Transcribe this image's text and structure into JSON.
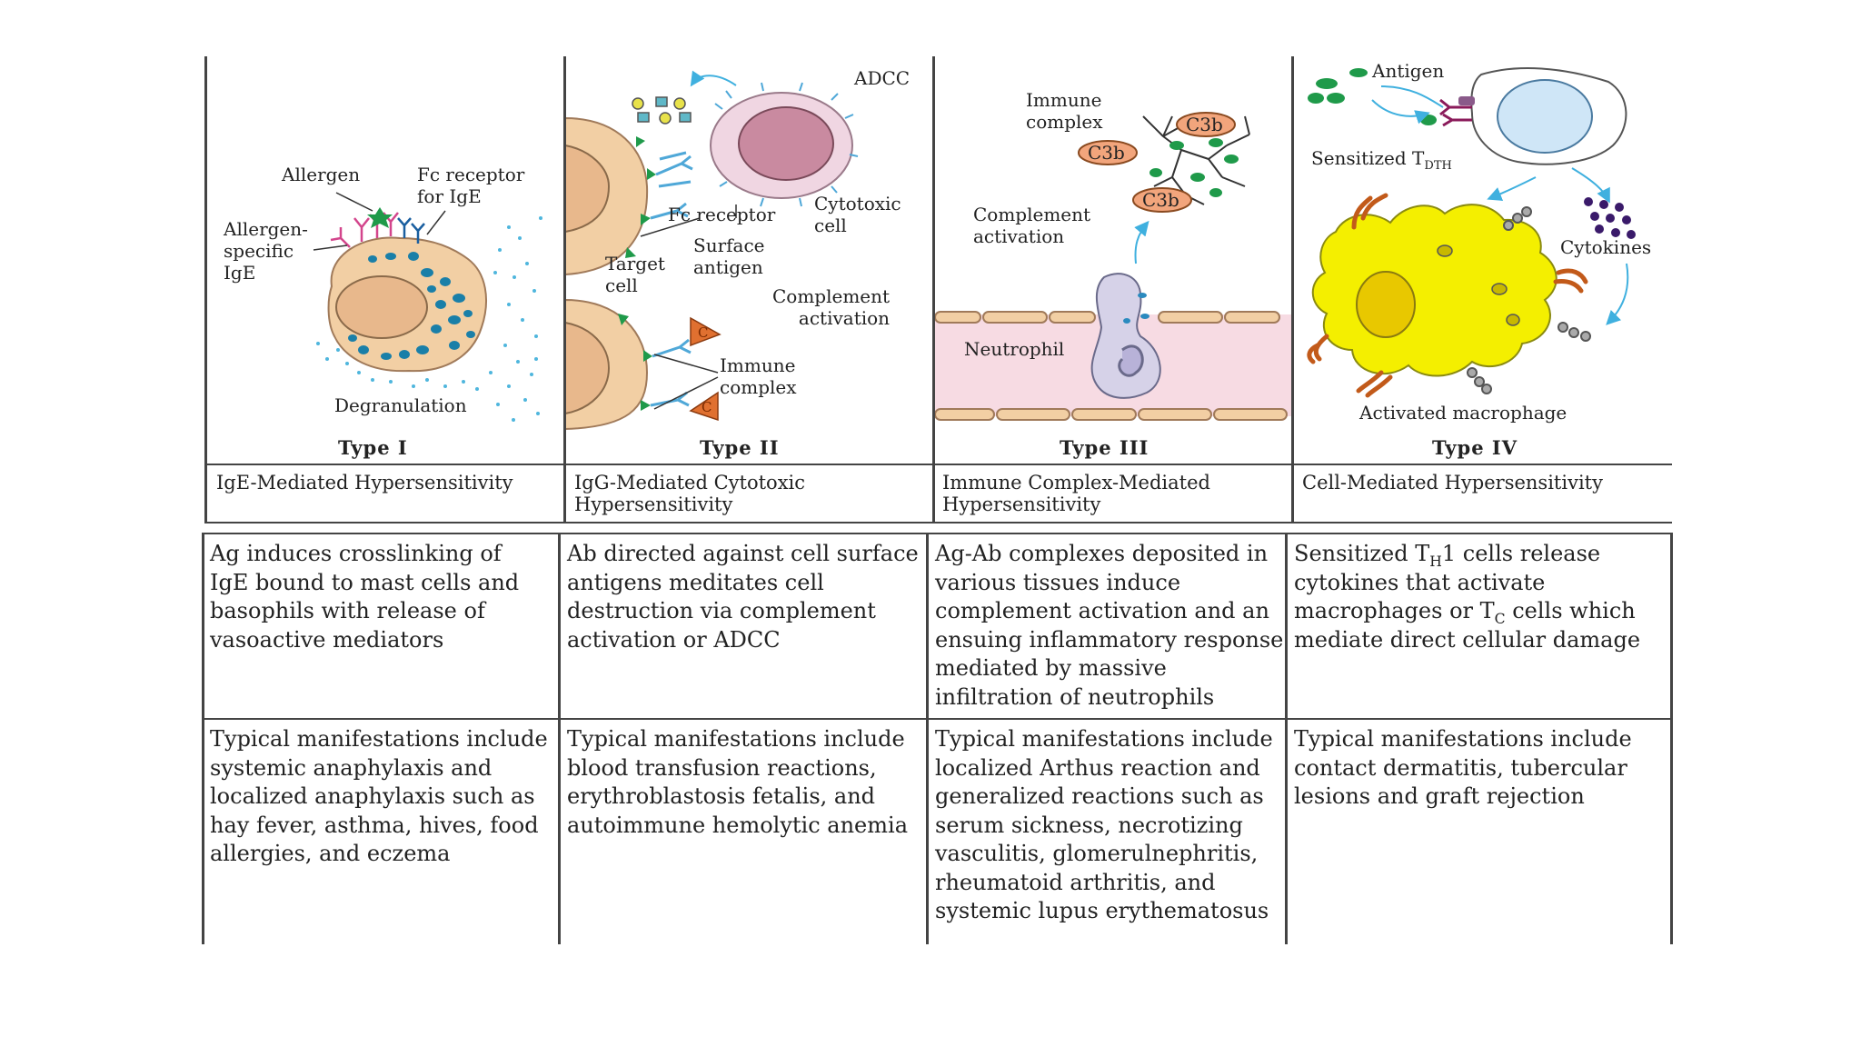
{
  "types": [
    {
      "label": "Type I",
      "name": "IgE-Mediated Hypersensitivity"
    },
    {
      "label": "Type II",
      "name": "IgG-Mediated Cytotoxic Hypersensitivity"
    },
    {
      "label": "Type III",
      "name": "Immune Complex-Mediated Hypersensitivity"
    },
    {
      "label": "Type IV",
      "name": "Cell-Mediated Hypersensitivity"
    }
  ],
  "diagram_labels": {
    "allergen": "Allergen",
    "fc_receptor_ige": "Fc receptor\nfor IgE",
    "allergen_specific_ige": "Allergen-\nspecific\nIgE",
    "degranulation": "Degranulation",
    "adcc": "ADCC",
    "fc_receptor": "Fc receptor",
    "cytotoxic_cell": "Cytotoxic\ncell",
    "surface_antigen": "Surface\nantigen",
    "target_cell": "Target\ncell",
    "complement_activation_2": "Complement\nactivation",
    "immune_complex_2": "Immune\ncomplex",
    "c_badge": "C",
    "immune_complex_3": "Immune\ncomplex",
    "c3b": "C3b",
    "complement_activation_3": "Complement\nactivation",
    "neutrophil": "Neutrophil",
    "antigen": "Antigen",
    "sensitized_tdth_main": "Sensitized T",
    "sensitized_tdth_sub": "DTH",
    "cytokines": "Cytokines",
    "activated_macrophage": "Activated macrophage"
  },
  "mechanisms": [
    {
      "text": "Ag induces crosslinking of IgE bound to mast cells and basophils with release of vasoactive mediators"
    },
    {
      "text": "Ab directed against cell surface antigens meditates cell destruction via complement activation or ADCC"
    },
    {
      "text": "Ag-Ab complexes deposited in various tissues induce complement activation and an ensuing inflammatory response mediated by massive infiltration of neutrophils"
    },
    {
      "p1": "Sensitized T",
      "s1": "H",
      "p2": "1 cells release cytokines that activate macrophages or T",
      "s2": "C",
      "p3": " cells which mediate direct cellular damage"
    }
  ],
  "manifestations": [
    "Typical manifestations include systemic anaphylaxis and localized anaphylaxis such as hay fever, asthma, hives, food allergies, and eczema",
    "Typical manifestations include blood transfusion reactions, erythroblastosis fetalis, and autoimmune hemolytic anemia",
    "Typical manifestations include localized Arthus reaction and generalized reactions such as serum sickness, necrotizing vasculitis, glomerulnephritis, rheumatoid arthritis, and systemic lupus erythematosus",
    "Typical manifestations include contact dermatitis, tubercular lesions and graft rejection"
  ],
  "colors": {
    "mast_cell": "#f2cfa4",
    "nucleus": "#e8b88c",
    "granule": "#1a7fa8",
    "vessel": "#f7dbe3",
    "cytotoxic_cell": "#f0d6e2",
    "cytotoxic_nucleus": "#c98aa0",
    "neutrophil": "#d6d2e8",
    "c3b": "#f2a57c",
    "macrophage": "#f4ef00",
    "t_cell": "#cfe6f7",
    "green": "#1f9a4a"
  }
}
